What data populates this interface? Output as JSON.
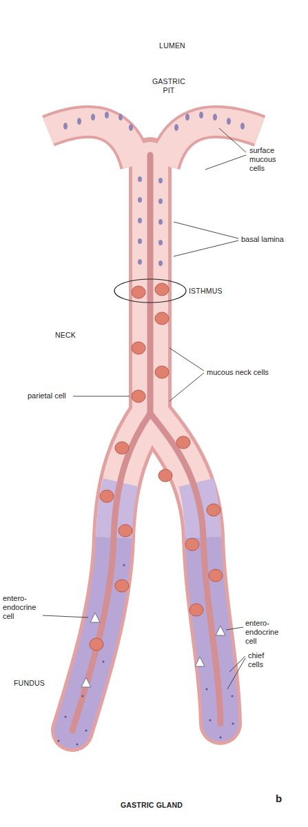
{
  "diagram": {
    "labels": [
      "LUMEN",
      "GASTRIC PIT",
      "surface mucous cells",
      "basal lamina",
      "ISTHMUS",
      "NECK",
      "mucous neck cells",
      "parietal cell",
      "entero- endocrine cell",
      "FUNDUS",
      "entero- endocrine cell",
      "chief cells",
      "GASTRIC GLAND",
      "b"
    ]
  }
}
